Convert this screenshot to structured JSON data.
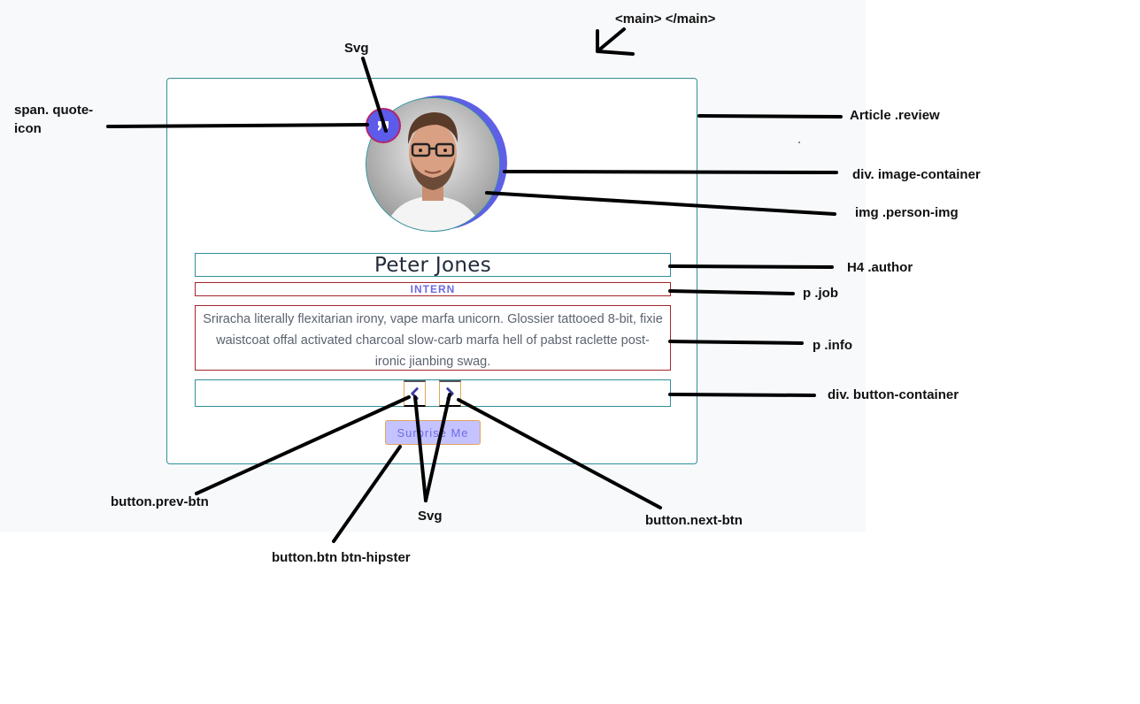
{
  "card": {
    "author": "Peter Jones",
    "job": "INTERN",
    "info": "Sriracha literally flexitarian irony, vape marfa unicorn. Glossier tattooed 8-bit, fixie waistcoat offal activated charcoal slow-carb marfa hell of pabst raclette post-ironic jianbing swag.",
    "button_label": "Surprise Me",
    "accent_color": "#5d5bea",
    "border_color": "#2f8f9a",
    "debug_border_color": "#a4262c"
  },
  "annotations": {
    "main": "<main> </main>",
    "svg_top": "Svg",
    "quote_icon": "span. quote-icon",
    "article": "Article .review",
    "image_container": "div. image-container",
    "person_img": "img .person-img",
    "author": "H4 .author",
    "job": "p .job",
    "info": "p .info",
    "button_container": "div. button-container",
    "prev_btn": "button.prev-btn",
    "svg_bottom": "Svg",
    "next_btn": "button.next-btn",
    "hipster_btn": "button.btn btn-hipster"
  },
  "icons": {
    "quote": "quote-icon",
    "prev": "chevron-left-icon",
    "next": "chevron-right-icon",
    "arrow": "arrow-down-left-icon"
  }
}
